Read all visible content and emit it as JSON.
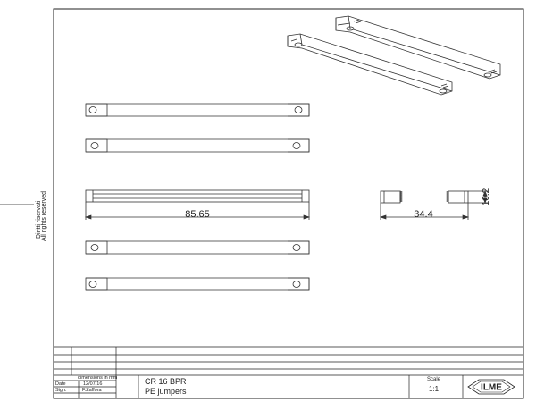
{
  "side_notes": {
    "rights_reserved": "All rights reserved",
    "diritti_riservati": "Diritti riservati"
  },
  "dimensions": {
    "length": "85.65",
    "width": "34.4",
    "height": "10.2"
  },
  "title_block": {
    "units_note": "dimensions in mm",
    "date_label": "Date",
    "date_value": "12/07/16",
    "sign_label": "Sign.",
    "sign_value": "F.Zaffora",
    "part_code": "CR 16 BPR",
    "part_name": "PE jumpers",
    "scale_label": "Scale",
    "scale_value": "1:1",
    "logo_text": "ILME"
  }
}
